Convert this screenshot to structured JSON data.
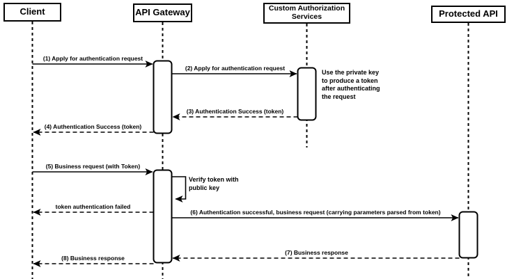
{
  "diagram_type": "uml-sequence-diagram",
  "colors": {
    "stroke": "#000000",
    "fill": "#ffffff",
    "text": "#000000"
  },
  "participants": [
    {
      "id": "client",
      "label": "Client"
    },
    {
      "id": "api-gateway",
      "label": "API Gateway"
    },
    {
      "id": "custom-authorization-services",
      "label": "Custom Authorization Services"
    },
    {
      "id": "protected-api",
      "label": "Protected API"
    }
  ],
  "messages": [
    {
      "seq": 1,
      "label": "(1) Apply for authentication request",
      "from": "Client",
      "to": "API Gateway",
      "style": "solid"
    },
    {
      "seq": 2,
      "label": "(2) Apply for authentication request",
      "from": "API Gateway",
      "to": "Custom Authorization Services",
      "style": "solid"
    },
    {
      "seq": 3,
      "label": "(3) Authentication Success (token)",
      "from": "Custom Authorization Services",
      "to": "API Gateway",
      "style": "dashed"
    },
    {
      "seq": 4,
      "label": "(4) Authentication Success (token)",
      "from": "API Gateway",
      "to": "Client",
      "style": "dashed"
    },
    {
      "seq": 5,
      "label": "(5) Business request (with Token)",
      "from": "Client",
      "to": "API Gateway",
      "style": "solid"
    },
    {
      "label": "token authentication failed",
      "from": "API Gateway",
      "to": "Client",
      "style": "dashed"
    },
    {
      "seq": 6,
      "label": "(6) Authentication successful, business request (carrying parameters parsed from token)",
      "from": "API Gateway",
      "to": "Protected API",
      "style": "solid"
    },
    {
      "seq": 7,
      "label": "(7) Business response",
      "from": "Protected API",
      "to": "API Gateway",
      "style": "dashed"
    },
    {
      "seq": 8,
      "label": "(8) Business response",
      "from": "API Gateway",
      "to": "Client",
      "style": "dashed"
    }
  ],
  "notes": [
    {
      "label": "Use the private key to produce a token after authenticating the request",
      "attached_to": "Custom Authorization Services"
    },
    {
      "label": "Verify token with public key",
      "attached_to": "API Gateway",
      "type": "self-message"
    }
  ]
}
